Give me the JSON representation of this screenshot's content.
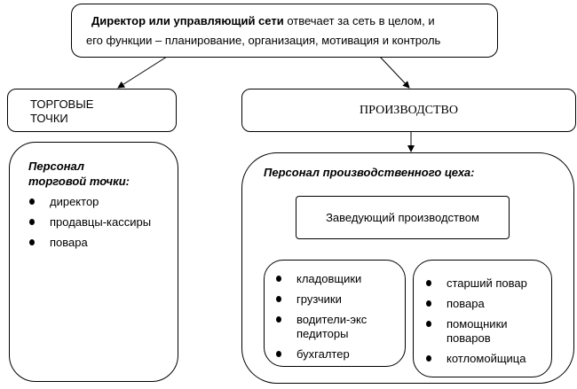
{
  "top": {
    "bold": "Директор или управляющий сети",
    "rest": " отвечает за сеть в целом, и",
    "line2": "его функции – планирование, организация, мотивация и контроль"
  },
  "retail": {
    "line1": "ТОРГОВЫЕ",
    "line2": "ТОЧКИ",
    "staff_title1": "Персонал",
    "staff_title2": "торговой точки:",
    "items": [
      "директор",
      "продавцы-кассиры",
      "повара"
    ]
  },
  "production": {
    "title": "ПРОИЗВОДСТВО",
    "staff_title": "Персонал производственного цеха:",
    "head": "Заведующий производством",
    "group1": [
      "кладовщики",
      "грузчики",
      "водители-экспедиторы",
      "бухгалтер"
    ],
    "group2": [
      "старший повар",
      "повара",
      "помощники поваров",
      "котломойщица"
    ]
  }
}
